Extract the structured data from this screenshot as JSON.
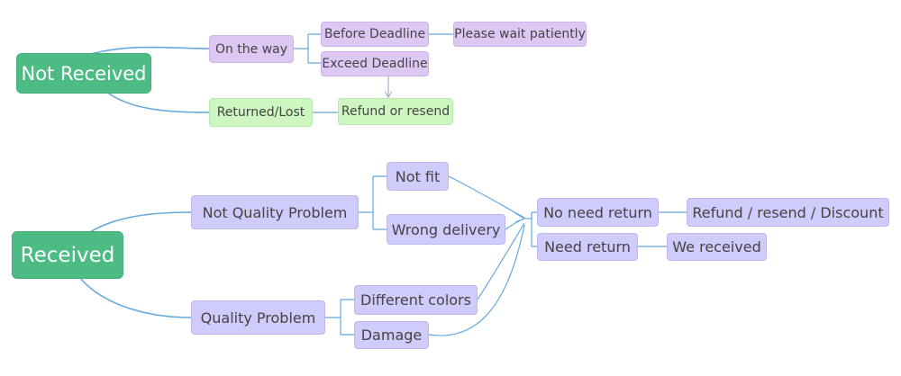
{
  "nodes": {
    "not_received": "Not Received",
    "on_the_way": "On the way",
    "before_deadline": "Before Deadline",
    "please_wait": "Please wait patiently",
    "exceed_deadline": "Exceed Deadline",
    "returned_lost": "Returned/Lost",
    "refund_or_resend": "Refund or resend",
    "received": "Received",
    "not_quality_problem": "Not Quality Problem",
    "not_fit": "Not fit",
    "wrong_delivery": "Wrong delivery",
    "quality_problem": "Quality Problem",
    "different_colors": "Different colors",
    "damage": "Damage",
    "no_need_return": "No need return",
    "refund_resend_discount": "Refund / resend / Discount",
    "need_return": "Need return",
    "we_received": "We received"
  },
  "colors": {
    "root": "#4cbc84",
    "purple_node": "#ddc8f4",
    "green_node": "#cdf6c0",
    "lavender_node": "#cfcbfb",
    "connector": "#66a9dd"
  }
}
